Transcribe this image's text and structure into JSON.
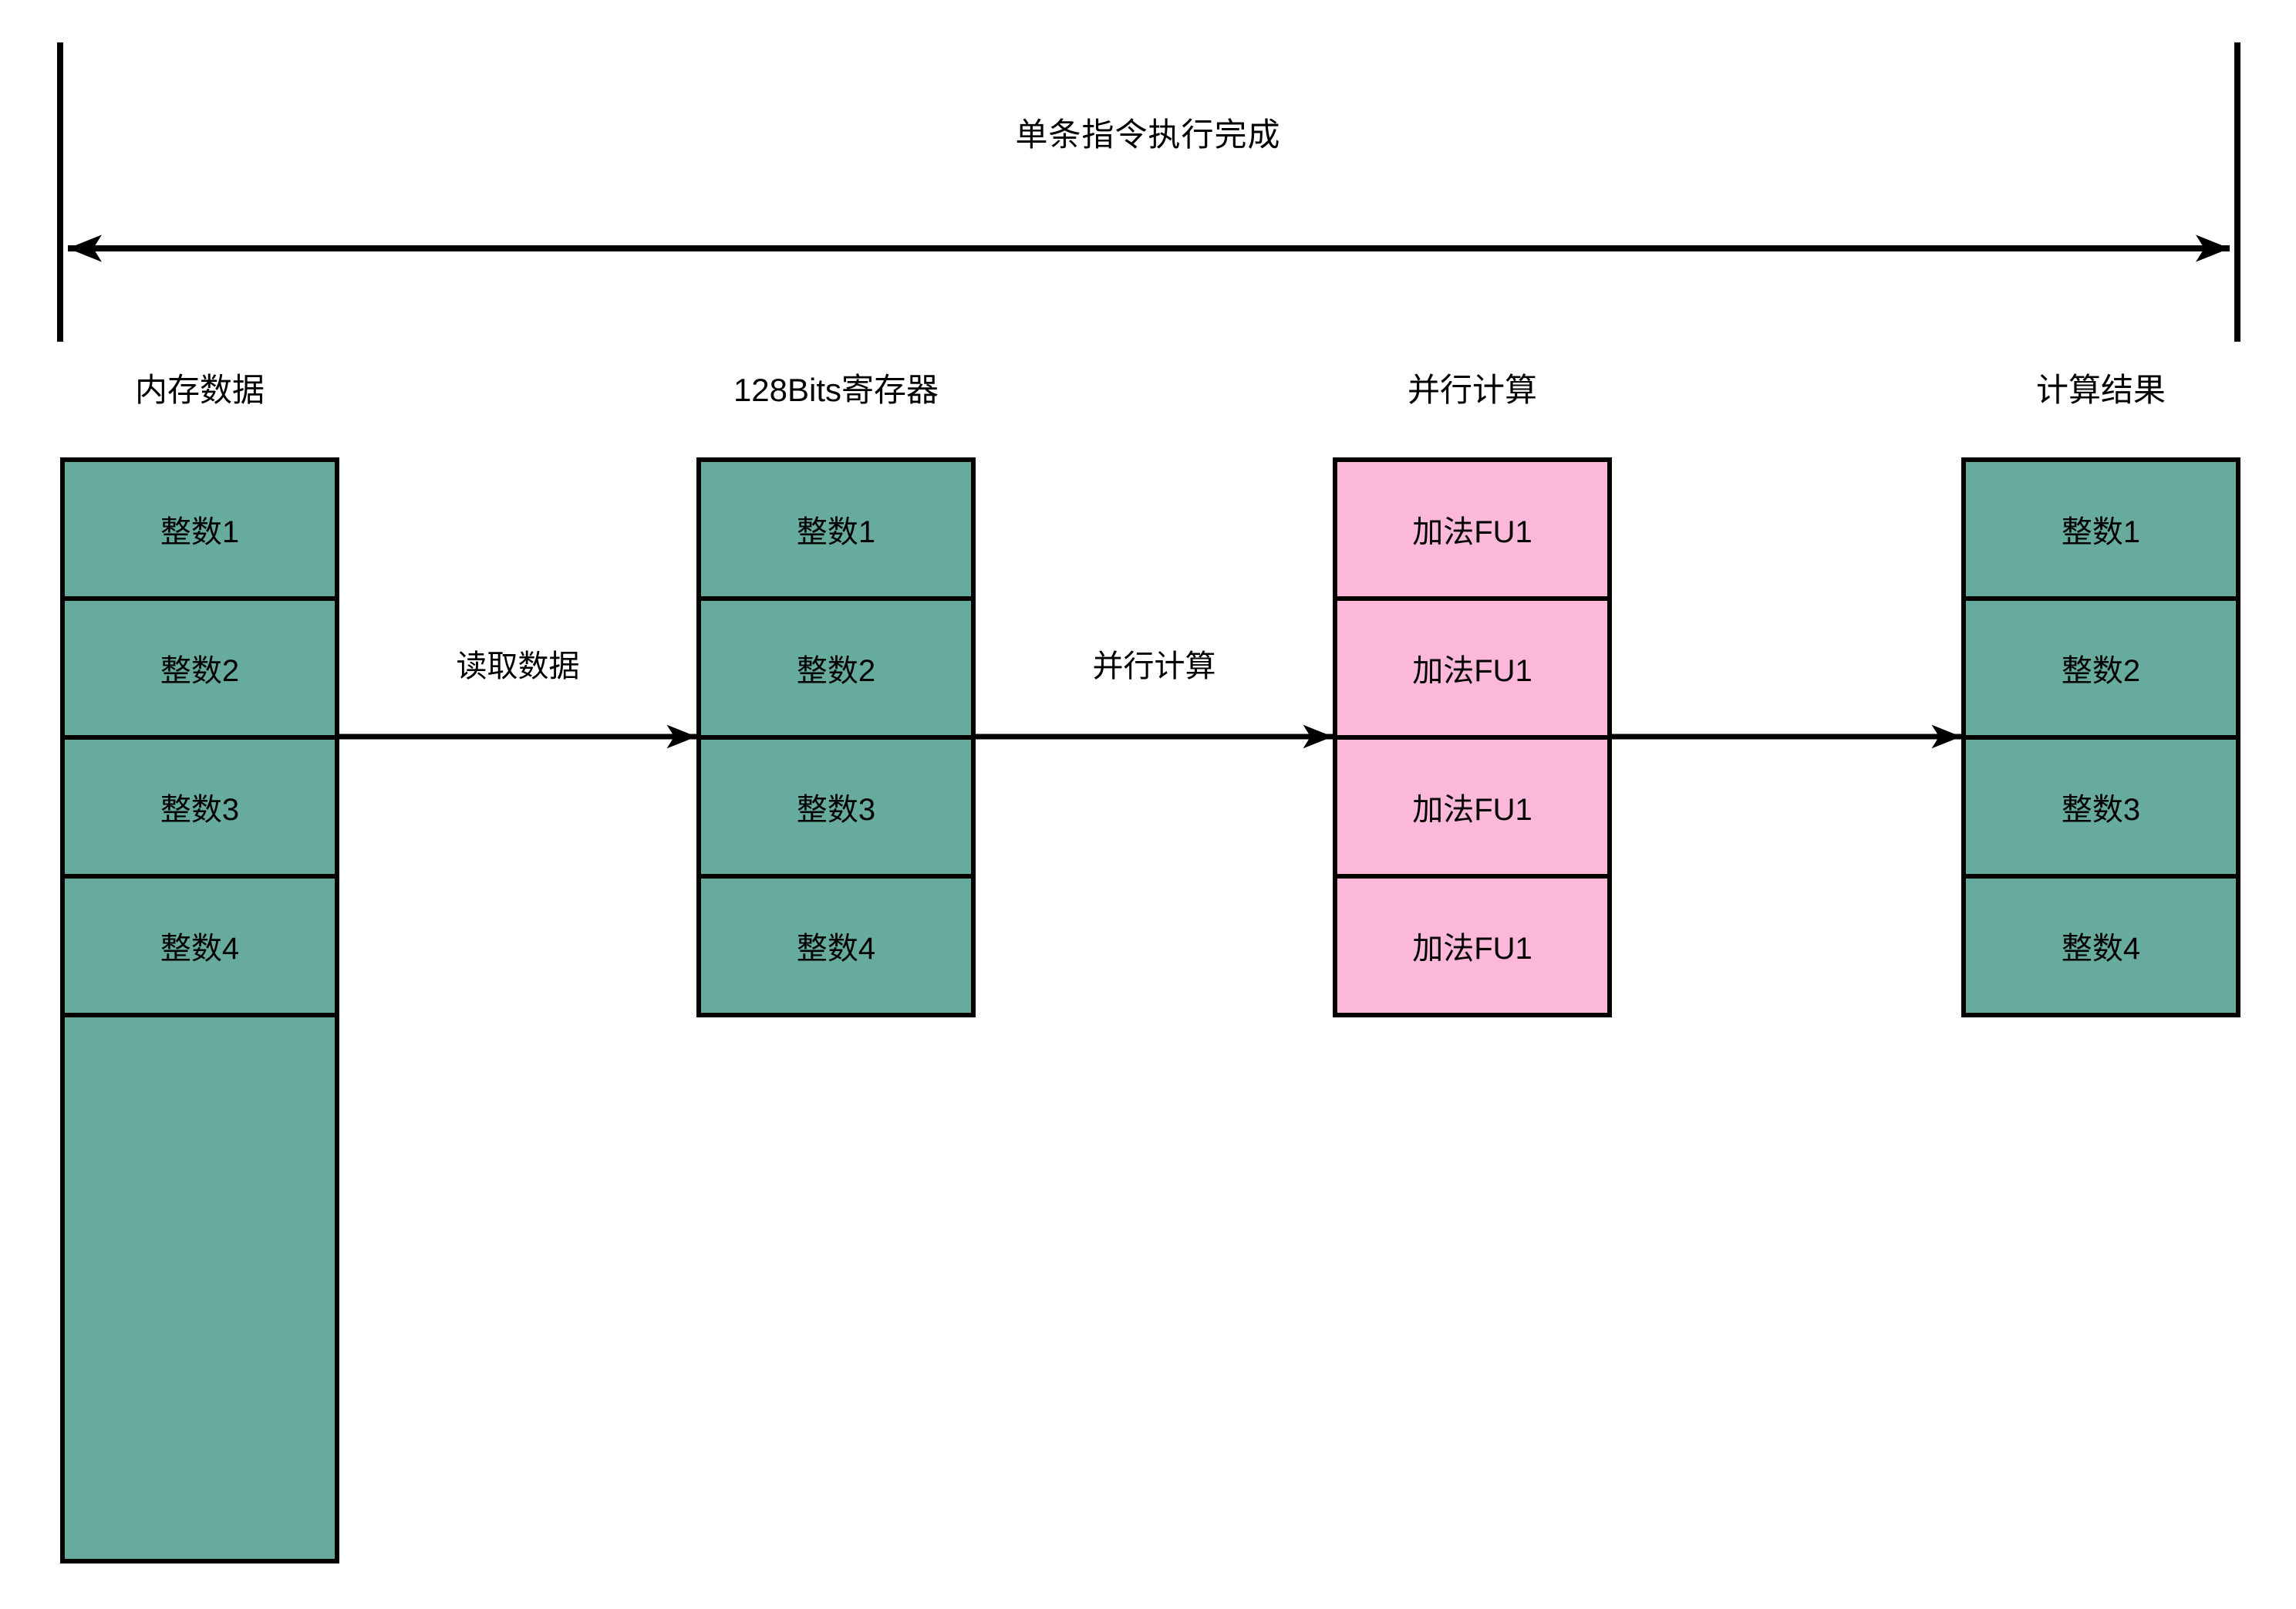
{
  "title": "单条指令执行完成",
  "columns": [
    {
      "header": "内存数据",
      "cells": [
        "整数1",
        "整数2",
        "整数3",
        "整数4"
      ],
      "extra_cell": ""
    },
    {
      "header": "128Bits寄存器",
      "cells": [
        "整数1",
        "整数2",
        "整数3",
        "整数4"
      ]
    },
    {
      "header": "并行计算",
      "cells": [
        "加法FU1",
        "加法FU1",
        "加法FU1",
        "加法FU1"
      ]
    },
    {
      "header": "计算结果",
      "cells": [
        "整数1",
        "整数2",
        "整数3",
        "整数4"
      ]
    }
  ],
  "arrow_labels": {
    "read": "读取数据",
    "compute": "并行计算"
  },
  "colors": {
    "green": "#67ab9e",
    "pink": "#fbb8d9",
    "line": "#000000",
    "text": "#000000",
    "background": "#ffffff"
  }
}
